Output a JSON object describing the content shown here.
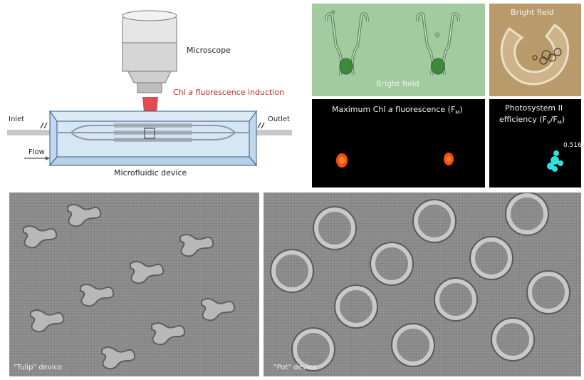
{
  "schematic": {
    "microscope_label": "Microscope",
    "induction_label_prefix": "Chl ",
    "induction_label_italic": "a",
    "induction_label_suffix": " fluorescence induction",
    "inlet_label": "Inlet",
    "outlet_label": "Outlet",
    "flow_label": "Flow",
    "device_label": "Microfluidic device"
  },
  "panels": {
    "bright_field_tulip": "Bright field",
    "bright_field_pot": "Bright field",
    "max_fluorescence_prefix": "Maximum Chl ",
    "max_fluorescence_italic": "a",
    "max_fluorescence_suffix": " fluorescence (F",
    "max_fluorescence_sub": "M",
    "max_fluorescence_end": ")",
    "psii_line1": "Photosystem II",
    "psii_line2_prefix": "efficiency (F",
    "psii_line2_sub1": "V",
    "psii_line2_mid": "/F",
    "psii_line2_sub2": "M",
    "psii_line2_end": ")",
    "psii_value": "0.516"
  },
  "sem": {
    "tulip_caption": "\"Tulip\" device",
    "pot_caption": "\"Pot\" device"
  },
  "colors": {
    "red_beam": "#e0393b",
    "induction_text": "#c0262a",
    "brightfield_green": "#9cc79a",
    "brightfield_tan": "#b99a6a",
    "fluor_red": "#ff4a10",
    "psii_cyan": "#2fe0e0",
    "device_blue": "#cfe0f2"
  }
}
